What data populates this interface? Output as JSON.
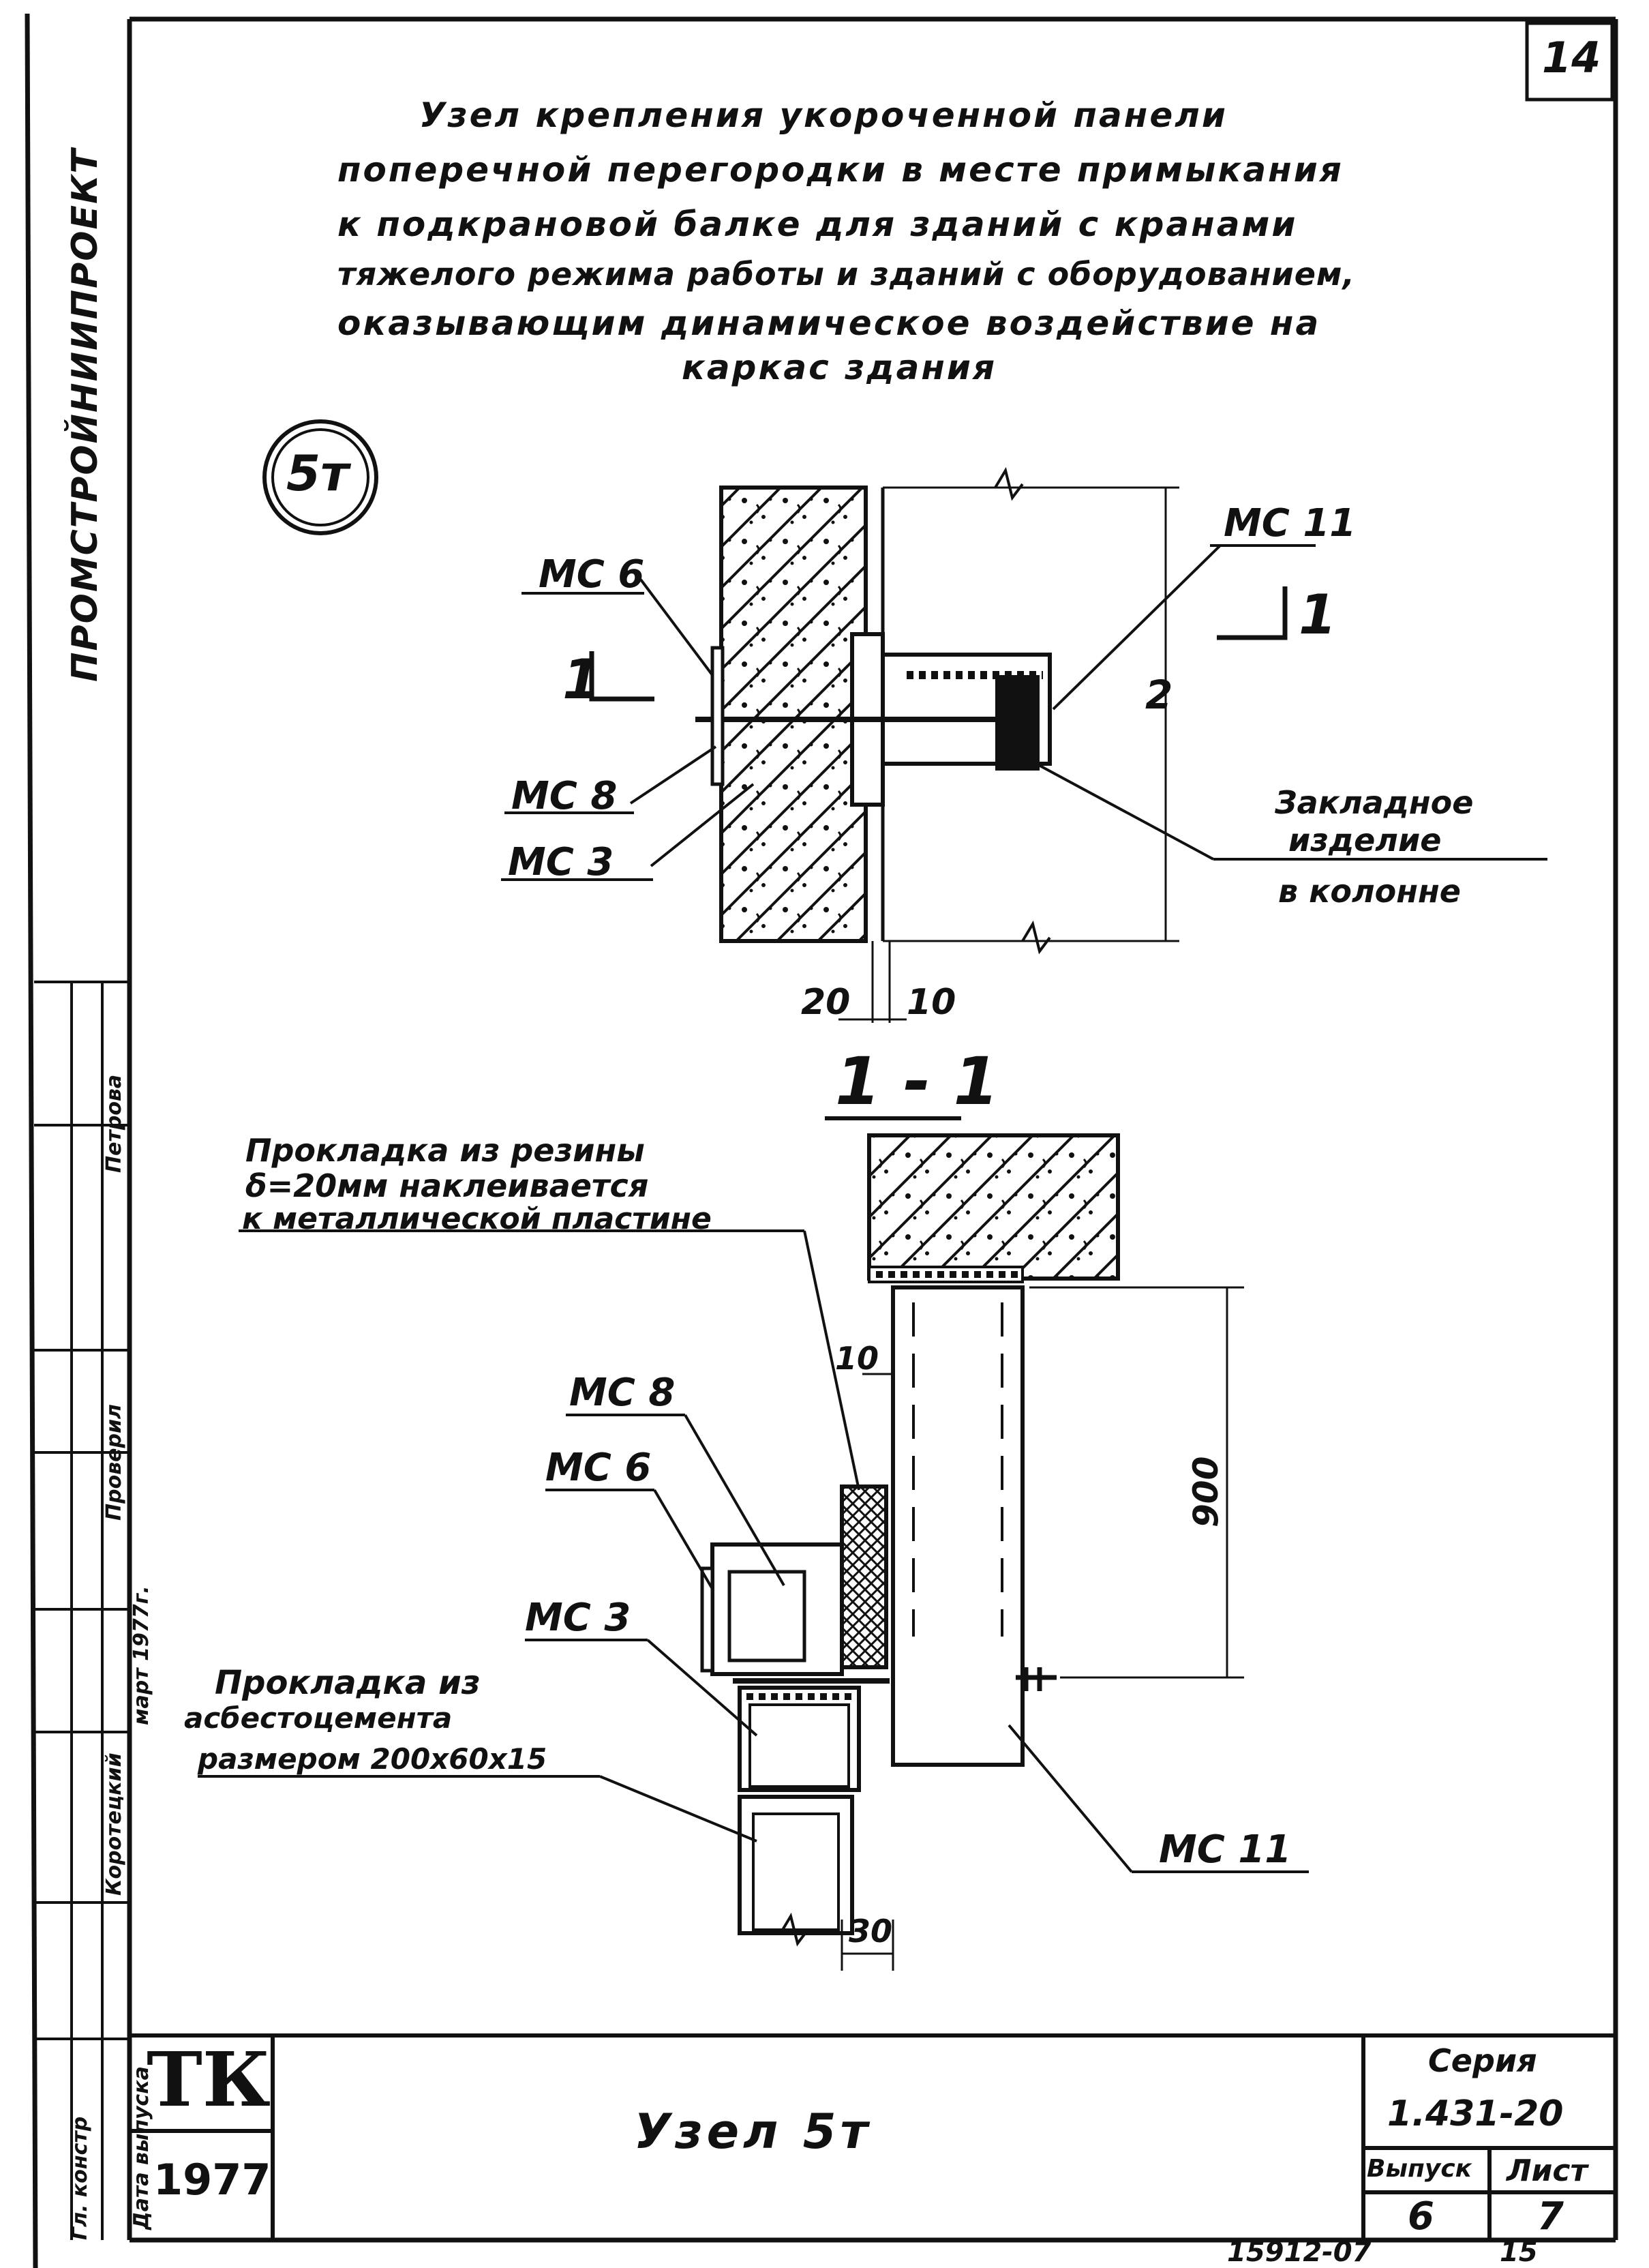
{
  "sheet_number": "14",
  "title_lines": [
    "Узел крепления укороченной панели",
    "поперечной перегородки в месте примыкания",
    "к подкрановой балке для зданий с кранами",
    "тяжелого режима работы и зданий с оборудованием,",
    "оказывающим динамическое воздействие на",
    "каркас здания"
  ],
  "node_badge": "5т",
  "plan_view": {
    "labels": {
      "mc6": "МС 6",
      "mc8": "МС 8",
      "mc3": "МС 3",
      "mc11": "МС 11",
      "section_left": "1",
      "section_right": "1",
      "dim_2": "2",
      "dim_20": "20",
      "dim_10": "10",
      "embedded_1": "Закладное",
      "embedded_2": "изделие",
      "embedded_3": "в колонне"
    }
  },
  "section_view": {
    "title": "1 - 1",
    "rubber_note": [
      "Прокладка из резины",
      "δ=20мм наклеивается",
      "к металлической пластине"
    ],
    "labels": {
      "mc8": "МС 8",
      "mc6": "МС 6",
      "mc3": "МС 3",
      "mc11": "МС 11",
      "dim_10": "10",
      "dim_900": "900",
      "dim_30": "30"
    },
    "asbestos_note": [
      "Прокладка из",
      "асбестоцемента",
      "размером 200х60х15"
    ]
  },
  "side_strip": {
    "org": "ПРОМСТРОЙНИИПРОЕКТ",
    "roles": [
      "Гл. констр",
      "Коротецкий",
      "Проверил",
      "Петрова"
    ],
    "date_label": "Дата выпуска",
    "date_value": "март 1977г."
  },
  "title_block": {
    "logo": "ТК",
    "year": "1977",
    "name": "Узел 5т",
    "series_label": "Серия",
    "series_value": "1.431-20",
    "issue_label": "Выпуск",
    "sheet_label": "Лист",
    "issue_value": "6",
    "sheet_value": "7"
  },
  "footer_code": "15912-07",
  "footer_page": "15"
}
